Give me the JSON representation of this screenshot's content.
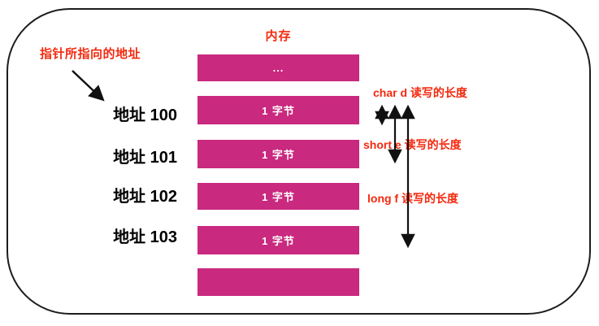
{
  "diagram": {
    "title": "内存",
    "pointer_label": "指针所指向的地址",
    "memory": {
      "blocks": [
        {
          "label": "..."
        },
        {
          "label": "1 字节"
        },
        {
          "label": "1 字节"
        },
        {
          "label": "1 字节"
        },
        {
          "label": "1 字节"
        },
        {
          "label": ""
        }
      ]
    },
    "addresses": [
      {
        "label": "地址 100"
      },
      {
        "label": "地址 101"
      },
      {
        "label": "地址 102"
      },
      {
        "label": "地址 103"
      }
    ],
    "annotations": [
      {
        "label": "char d 读写的长度"
      },
      {
        "label": "short e 读写的长度"
      },
      {
        "label": "long f 读写的长度"
      }
    ],
    "colors": {
      "block_fill": "#c9297e",
      "accent_red": "#f4290f",
      "line_black": "#111111"
    }
  }
}
